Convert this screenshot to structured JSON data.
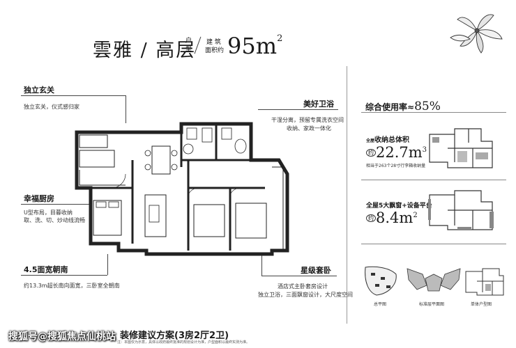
{
  "header": {
    "title": "雲雅 / 高层",
    "type_top": "户",
    "type_bottom": "型",
    "area_label_top": "建 筑",
    "area_label_bottom": "面积约",
    "area_value": "95m",
    "area_sup": "2"
  },
  "features": {
    "entrance": {
      "title": "独立玄关",
      "desc": "独立玄关，仪式感归家"
    },
    "kitchen": {
      "title": "幸福厨房",
      "desc": [
        "U型布局，目暮收纳",
        "取、洗、切、炒动线流畅"
      ]
    },
    "facing": {
      "title": "4.5面宽朝南",
      "desc": "约13.3m超长南向面宽，三卧室全朝南"
    },
    "bath": {
      "title": "美好卫浴",
      "desc": [
        "干湿分离，预留专属洗衣空间",
        "收纳、家政一体化"
      ]
    },
    "master": {
      "title": "星级套卧",
      "desc": [
        "酒店式主卧套房设计",
        "独立卫浴，三面飘窗设计，大尺度空间"
      ]
    }
  },
  "right_panel": {
    "usage_label": "综合使用率",
    "usage_approx": "≈",
    "usage_value": "85%",
    "storage_label_small": "全屋",
    "storage_label": "收纳总体积",
    "storage_prefix": "约",
    "storage_value": "22.7m",
    "storage_sup": "3",
    "storage_note": "相当于263个28寸行李箱收纳量",
    "bay_label": "全屋5大飘窗+设备平台",
    "bay_prefix": "约",
    "bay_value": "8.4m",
    "bay_sup": "2",
    "captions": [
      "总平图",
      "标准层平面图",
      "单体户型图"
    ]
  },
  "bottom": {
    "title": "装修建议方案(3房2厅2卫)",
    "watermark": "搜狐号@搜狐焦点仙桃站",
    "fine_print": "注：本图仅为示意，具体以政府最终批准的规划设计为准，户型面积以最终实测为准。"
  }
}
